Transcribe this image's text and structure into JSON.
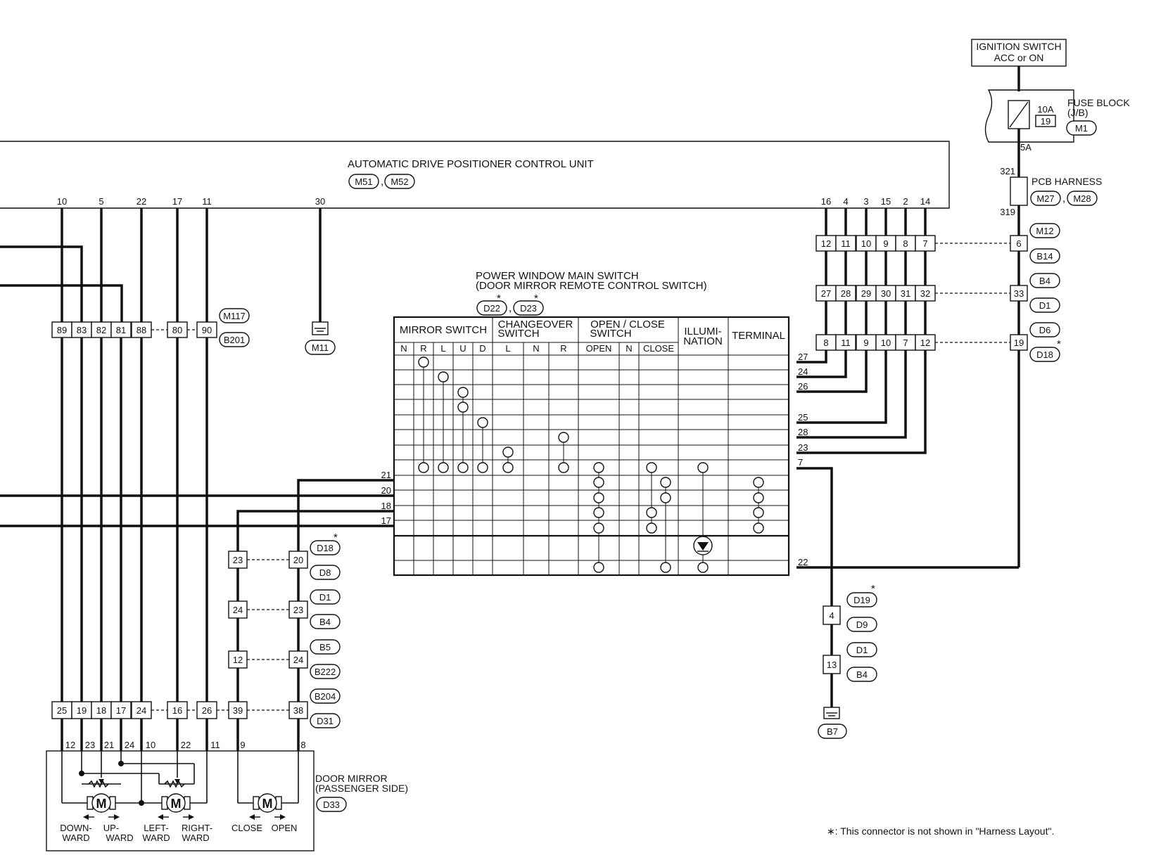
{
  "ignition": {
    "line1": "IGNITION SWITCH",
    "line2": "ACC or ON"
  },
  "fuse": {
    "amp": "10A",
    "num": "19",
    "label": "FUSE BLOCK",
    "sub": "(J/B)",
    "conn": "M1",
    "out": "5A"
  },
  "pcb": {
    "top": "321",
    "bottom": "319",
    "label": "PCB HARNESS",
    "conn1": "M27",
    "conn2": "M28"
  },
  "control_unit": {
    "title": "AUTOMATIC DRIVE POSITIONER CONTROL UNIT",
    "conn1": "M51",
    "conn2": "M52"
  },
  "unit_pins_left": [
    "10",
    "5",
    "22",
    "17",
    "11",
    "30"
  ],
  "unit_pins_right": [
    "16",
    "4",
    "3",
    "15",
    "2",
    "14"
  ],
  "j_left": {
    "cells": [
      "89",
      "83",
      "82",
      "81",
      "88",
      "80",
      "90"
    ],
    "conn1": "M117",
    "conn2": "B201"
  },
  "ground_m11": "M11",
  "pw": {
    "title1": "POWER WINDOW MAIN SWITCH",
    "title2": "(DOOR MIRROR REMOTE CONTROL SWITCH)",
    "conn1": "D22",
    "conn2": "D23"
  },
  "table": {
    "h_mirror": "MIRROR SWITCH",
    "h_change1": "CHANGEOVER",
    "h_change2": "SWITCH",
    "h_oc1": "OPEN / CLOSE",
    "h_oc2": "SWITCH",
    "h_ill1": "ILLUMI-",
    "h_ill2": "NATION",
    "h_term": "TERMINAL",
    "sub": [
      "N",
      "R",
      "L",
      "U",
      "D",
      "L",
      "N",
      "R",
      "OPEN",
      "N",
      "CLOSE"
    ]
  },
  "pw_right_pins": [
    "27",
    "24",
    "26",
    "25",
    "28",
    "23",
    "7",
    "22"
  ],
  "pw_left_pins": [
    "21",
    "20",
    "18",
    "17"
  ],
  "j_r1": [
    "12",
    "11",
    "10",
    "9",
    "8",
    "7"
  ],
  "j_r2": [
    "27",
    "28",
    "29",
    "30",
    "31",
    "32"
  ],
  "j_r3": [
    "8",
    "11",
    "9",
    "10",
    "7",
    "12"
  ],
  "right_col": {
    "c1": "6",
    "c1a": "M12",
    "c1b": "B14",
    "c2": "33",
    "c2a": "B4",
    "c2b": "D1",
    "c3": "19",
    "c3a": "D6",
    "c3b": "D18"
  },
  "gnd_chain": {
    "c1": "4",
    "c1a": "D19",
    "c1b": "D9",
    "c2": "13",
    "c2a": "D1",
    "c2b": "B4",
    "gnd": "B7"
  },
  "mid": {
    "r1l": "23",
    "r1r": "20",
    "r1a": "D18",
    "r1b": "D8",
    "r2l": "24",
    "r2r": "23",
    "r2a": "D1",
    "r2b": "B4",
    "r3l": "12",
    "r3r": "24",
    "r3a": "B5",
    "r3b": "B222",
    "r4l": "39",
    "r4r": "38",
    "r4a": "B204",
    "r4b": "D31"
  },
  "j_bottom": [
    "25",
    "19",
    "18",
    "17",
    "24",
    "16",
    "26"
  ],
  "mirror_pins": [
    "12",
    "23",
    "21",
    "24",
    "10",
    "22",
    "11",
    "9",
    "8"
  ],
  "door_mirror": {
    "title1": "DOOR MIRROR",
    "title2": "(PASSENGER SIDE)",
    "conn": "D33"
  },
  "motor_letter": "M",
  "directions": {
    "down1": "DOWN-",
    "down2": "WARD",
    "up1": "UP-",
    "up2": "WARD",
    "left1": "LEFT-",
    "left2": "WARD",
    "right1": "RIGHT-",
    "right2": "WARD",
    "close": "CLOSE",
    "open": "OPEN"
  },
  "star": "*",
  "footnote": "∗: This connector is not shown in \"Harness Layout\"."
}
